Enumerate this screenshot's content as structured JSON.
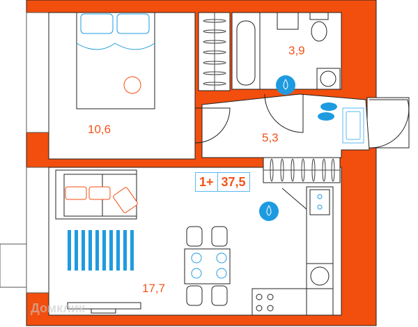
{
  "plan": {
    "rooms": [
      {
        "name": "bedroom",
        "area": "10,6"
      },
      {
        "name": "bathroom",
        "area": "3,9"
      },
      {
        "name": "hall",
        "area": "5,3"
      },
      {
        "name": "living-kitchen",
        "area": "17,7"
      }
    ],
    "badge": {
      "rooms": "1+",
      "total_area": "37,5"
    },
    "watermark": "Домклик",
    "colors": {
      "wall": "#F24E0E",
      "accent": "#1E9BE0",
      "line": "#222222"
    }
  }
}
